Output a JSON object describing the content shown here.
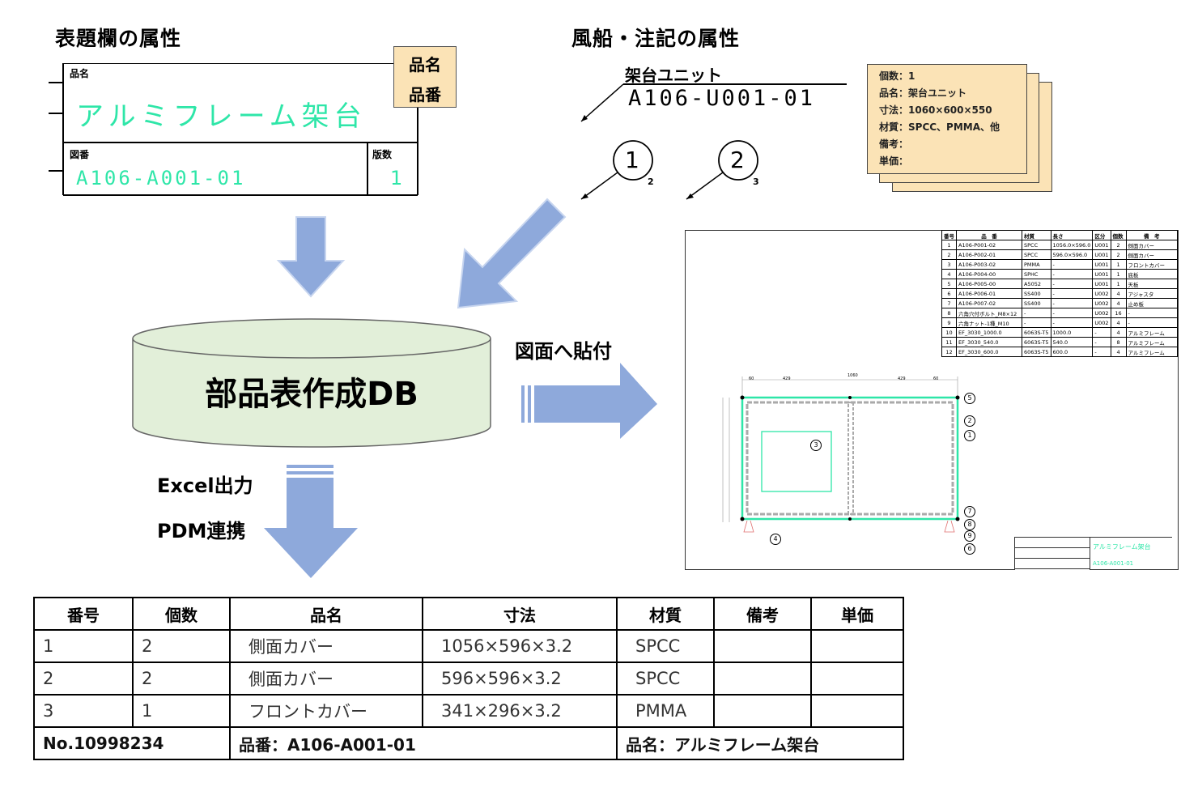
{
  "sections": {
    "title_block_heading": "表題欄の属性",
    "balloon_heading": "風船・注記の属性"
  },
  "title_block": {
    "name_label": "品名",
    "name_value": "アルミフレーム架台",
    "drawing_no_label": "図番",
    "drawing_no_value": "A106-A001-01",
    "revision_label": "版数",
    "revision_value": "1",
    "tag_name": "品名",
    "tag_number": "品番"
  },
  "balloon": {
    "unit_name": "架台ユニット",
    "unit_code": "A106-U001-01",
    "balloon1": "1",
    "balloon1_qty": "2",
    "balloon2": "2",
    "balloon2_qty": "3",
    "note_lines": [
      "個数：1",
      "品名：架台ユニット",
      "寸法：1060×600×550",
      "材質：SPCC、PMMA、他",
      "備考：",
      "単価："
    ]
  },
  "database": {
    "label": "部品表作成DB",
    "paste_label": "図面へ貼付",
    "excel_label": "Excel出力",
    "pdm_label": "PDM連携"
  },
  "drawing": {
    "headers": [
      "番号",
      "品　番",
      "材質",
      "長さ",
      "区分",
      "個数",
      "備　考"
    ],
    "rows": [
      [
        "1",
        "A106-P001-02",
        "SPCC",
        "1056.0×596.0",
        "U001",
        "2",
        "側面カバー"
      ],
      [
        "2",
        "A106-P002-01",
        "SPCC",
        "596.0×596.0",
        "U001",
        "2",
        "側面カバー"
      ],
      [
        "3",
        "A106-P003-02",
        "PMMA",
        "-",
        "U001",
        "1",
        "フロントカバー"
      ],
      [
        "4",
        "A106-P004-00",
        "SPHC",
        "-",
        "U001",
        "1",
        "底板"
      ],
      [
        "5",
        "A106-P005-00",
        "A5052",
        "-",
        "U001",
        "1",
        "天板"
      ],
      [
        "6",
        "A106-P006-01",
        "SS400",
        "-",
        "U002",
        "4",
        "アジャスタ"
      ],
      [
        "7",
        "A106-P007-02",
        "SS400",
        "-",
        "U002",
        "4",
        "止め板"
      ],
      [
        "8",
        "六角穴付ボルト_M8×12",
        "-",
        "-",
        "U002",
        "16",
        "-"
      ],
      [
        "9",
        "六角ナット-1種_M10",
        "-",
        "-",
        "U002",
        "4",
        "-"
      ],
      [
        "10",
        "EF_3030_1000.0",
        "6063S-T5",
        "1000.0",
        "-",
        "4",
        "アルミフレーム"
      ],
      [
        "11",
        "EF_3030_540.0",
        "6063S-T5",
        "540.0",
        "-",
        "8",
        "アルミフレーム"
      ],
      [
        "12",
        "EF_3030_600.0",
        "6063S-T5",
        "600.0",
        "-",
        "4",
        "アルミフレーム"
      ]
    ],
    "dim_labels": [
      "60",
      "429",
      "1060",
      "429",
      "60"
    ],
    "balloons": [
      "5",
      "2",
      "1",
      "3",
      "7",
      "8",
      "9",
      "6",
      "4"
    ],
    "tb_name": "アルミフレーム架台",
    "tb_number": "A106-A001-01"
  },
  "bom": {
    "headers": [
      "番号",
      "個数",
      "品名",
      "寸法",
      "材質",
      "備考",
      "単価"
    ],
    "rows": [
      [
        "1",
        "2",
        "側面カバー",
        "1056×596×3.2",
        "SPCC",
        "",
        ""
      ],
      [
        "2",
        "2",
        "側面カバー",
        "596×596×3.2",
        "SPCC",
        "",
        ""
      ],
      [
        "3",
        "1",
        "フロントカバー",
        "341×296×3.2",
        "PMMA",
        "",
        ""
      ]
    ],
    "footer_no": "No.10998234",
    "footer_part": "品番：A106-A001-01",
    "footer_name": "品名：アルミフレーム架台"
  },
  "colors": {
    "arrow": "#8ea9db",
    "db_fill": "#e2efd9",
    "note_fill": "#fbe3b6",
    "cad_green": "#2ee6a8"
  }
}
